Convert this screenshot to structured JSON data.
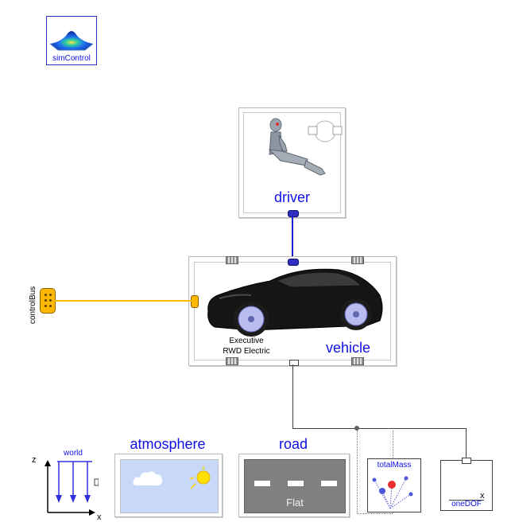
{
  "components": {
    "sim_control": {
      "label": "simControl"
    },
    "driver": {
      "label": "driver"
    },
    "vehicle": {
      "label": "vehicle",
      "description_line1": "Executive",
      "description_line2": "RWD Electric"
    },
    "control_bus": {
      "label": "controlBus"
    },
    "world": {
      "label": "world",
      "axis_z": "z",
      "axis_x": "x"
    },
    "atmosphere": {
      "label": "atmosphere"
    },
    "road": {
      "label": "road",
      "surface": "Flat"
    },
    "total_mass": {
      "label": "totalMass"
    },
    "one_dof": {
      "label": "oneDOF",
      "marker": "x"
    }
  },
  "colors": {
    "label_blue": "#1010e6",
    "connector_orange": "#ffb700",
    "connection_blue": "#2020d0",
    "line_gray": "#404040",
    "sky": "#c8d8f8",
    "road_gray": "#808080"
  }
}
